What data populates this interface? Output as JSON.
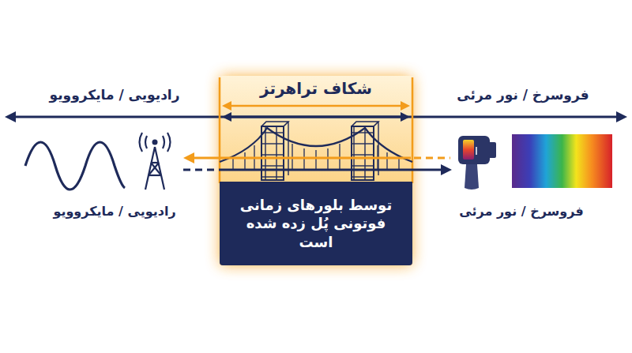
{
  "diagram": {
    "nodes": [
      {
        "text": [
          "شکاف تراهرتز"
        ]
      },
      {
        "text": [
          "توسط بلورهای زمانی فوتونی پُل زده شده است"
        ],
        "in": 0
      }
    ],
    "labels": [
      "رادیویی / مایکروویو",
      "فروسرخ / نور مرئی",
      "رادیویی / مایکروویو",
      "فروسرخ / نور مرئی"
    ]
  }
}
